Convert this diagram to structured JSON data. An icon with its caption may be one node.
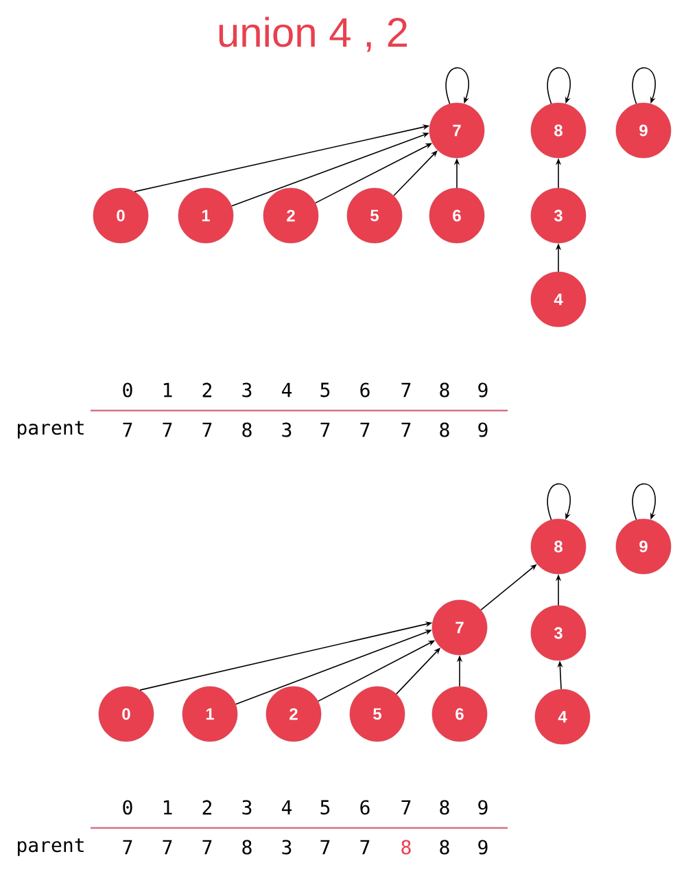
{
  "diagram": {
    "title": "union 4 , 2",
    "nodes": [
      {
        "text": [
          "7"
        ]
      },
      {
        "text": [
          "8"
        ]
      },
      {
        "text": [
          "9"
        ]
      },
      {
        "text": [
          "0"
        ]
      },
      {
        "text": [
          "1"
        ]
      },
      {
        "text": [
          "2"
        ]
      },
      {
        "text": [
          "5"
        ]
      },
      {
        "text": [
          "6"
        ]
      },
      {
        "text": [
          "3"
        ]
      },
      {
        "text": [
          "4"
        ]
      },
      {
        "text": [
          "8"
        ]
      },
      {
        "text": [
          "9"
        ]
      },
      {
        "text": [
          "7"
        ]
      },
      {
        "text": [
          "3"
        ]
      },
      {
        "text": [
          "0"
        ]
      },
      {
        "text": [
          "1"
        ]
      },
      {
        "text": [
          "2"
        ]
      },
      {
        "text": [
          "5"
        ]
      },
      {
        "text": [
          "6"
        ]
      },
      {
        "text": [
          "4"
        ]
      }
    ],
    "edges": [
      {
        "from": 0,
        "to": 0,
        "arrow": "to"
      },
      {
        "from": 1,
        "to": 1,
        "arrow": "to"
      },
      {
        "from": 2,
        "to": 2,
        "arrow": "to"
      },
      {
        "from": 3,
        "to": 0,
        "arrow": "to"
      },
      {
        "from": 4,
        "to": 0,
        "arrow": "to"
      },
      {
        "from": 5,
        "to": 0,
        "arrow": "to"
      },
      {
        "from": 6,
        "to": 0,
        "arrow": "to"
      },
      {
        "from": 7,
        "to": 0,
        "arrow": "to"
      },
      {
        "from": 8,
        "to": 1,
        "arrow": "to"
      },
      {
        "from": 9,
        "to": 8,
        "arrow": "to"
      },
      {
        "from": 10,
        "to": 10,
        "arrow": "to"
      },
      {
        "from": 11,
        "to": 11,
        "arrow": "to"
      },
      {
        "from": 12,
        "to": 10,
        "arrow": "to"
      },
      {
        "from": 13,
        "to": 10,
        "arrow": "to"
      },
      {
        "from": 14,
        "to": 12,
        "arrow": "to"
      },
      {
        "from": 15,
        "to": 12,
        "arrow": "to"
      },
      {
        "from": 16,
        "to": 12,
        "arrow": "to"
      },
      {
        "from": 17,
        "to": 12,
        "arrow": "to"
      },
      {
        "from": 18,
        "to": 12,
        "arrow": "to"
      },
      {
        "from": 19,
        "to": 13,
        "arrow": "to"
      }
    ],
    "labels": [
      "0",
      "1",
      "2",
      "3",
      "4",
      "5",
      "6",
      "7",
      "8",
      "9",
      "parent",
      "7",
      "7",
      "7",
      "8",
      "3",
      "7",
      "7",
      "7",
      "8",
      "9",
      "0",
      "1",
      "2",
      "3",
      "4",
      "5",
      "6",
      "7",
      "8",
      "9",
      "parent",
      "7",
      "7",
      "7",
      "8",
      "3",
      "7",
      "7",
      "8",
      "8",
      "9"
    ]
  }
}
